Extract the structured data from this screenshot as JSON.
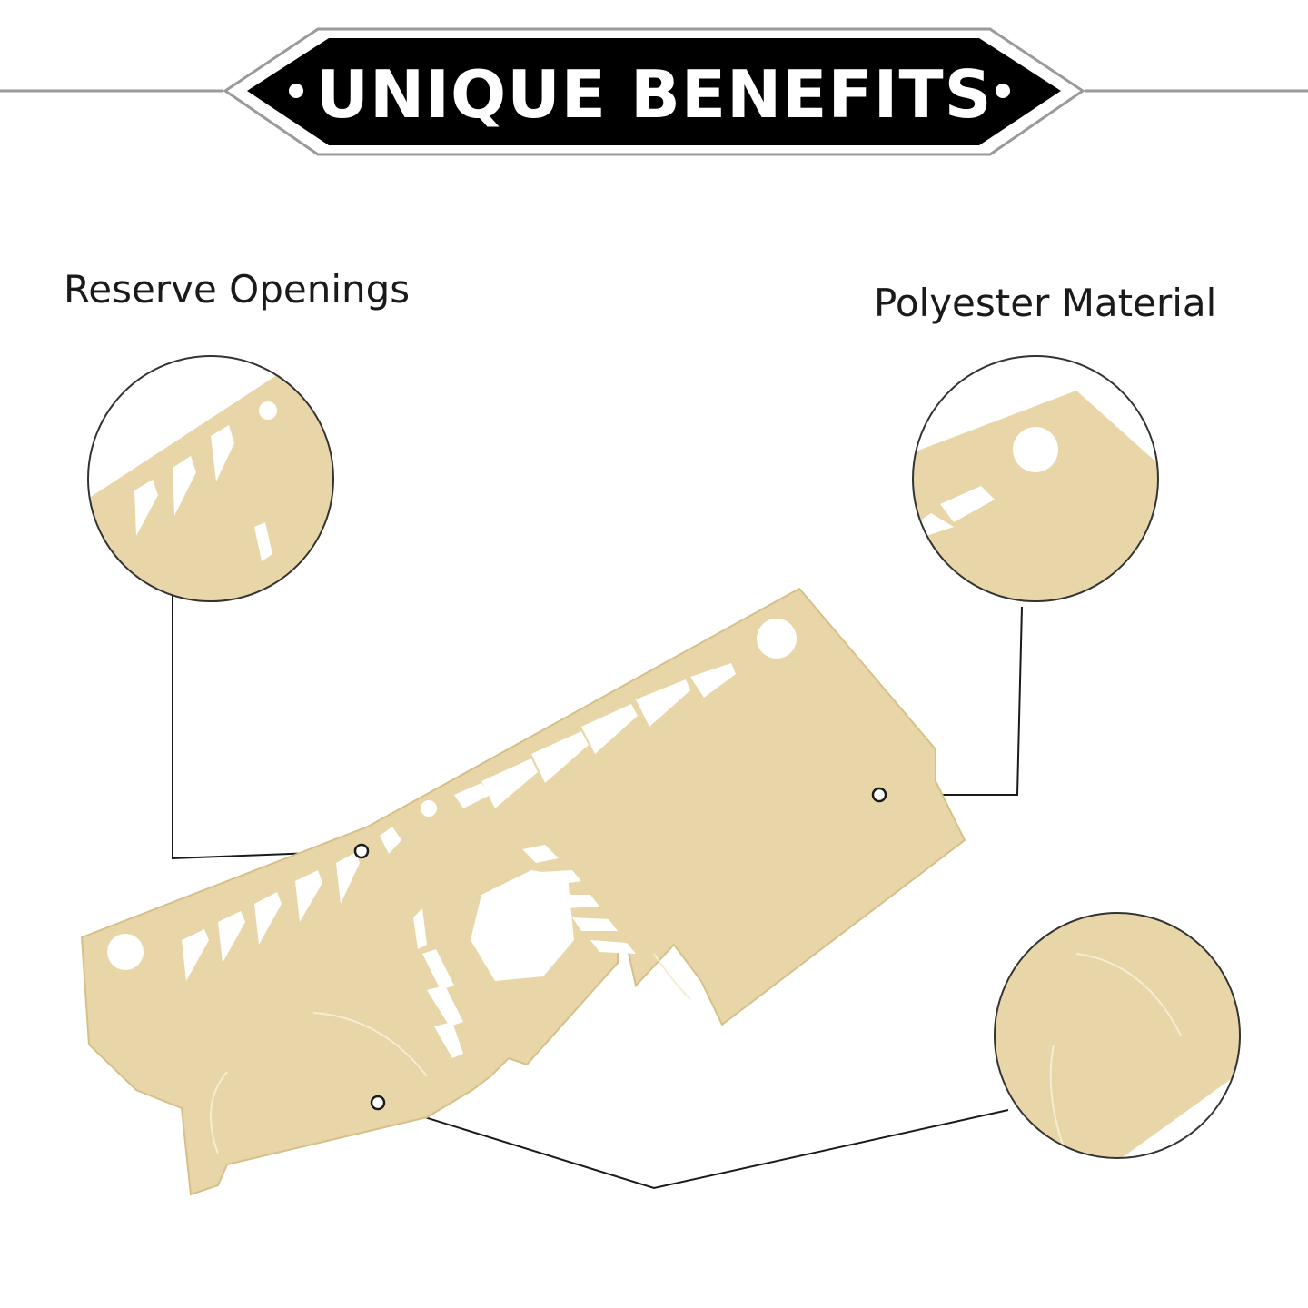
{
  "banner": {
    "title": "UNIQUE BENEFITS",
    "background_color": "#000000",
    "text_color": "#ffffff",
    "border_color": "#9a9a9a"
  },
  "callouts": {
    "reserve_openings": "Reserve Openings",
    "polyester_material": "Polyester Material"
  },
  "product": {
    "color": "#e8d6a8"
  }
}
